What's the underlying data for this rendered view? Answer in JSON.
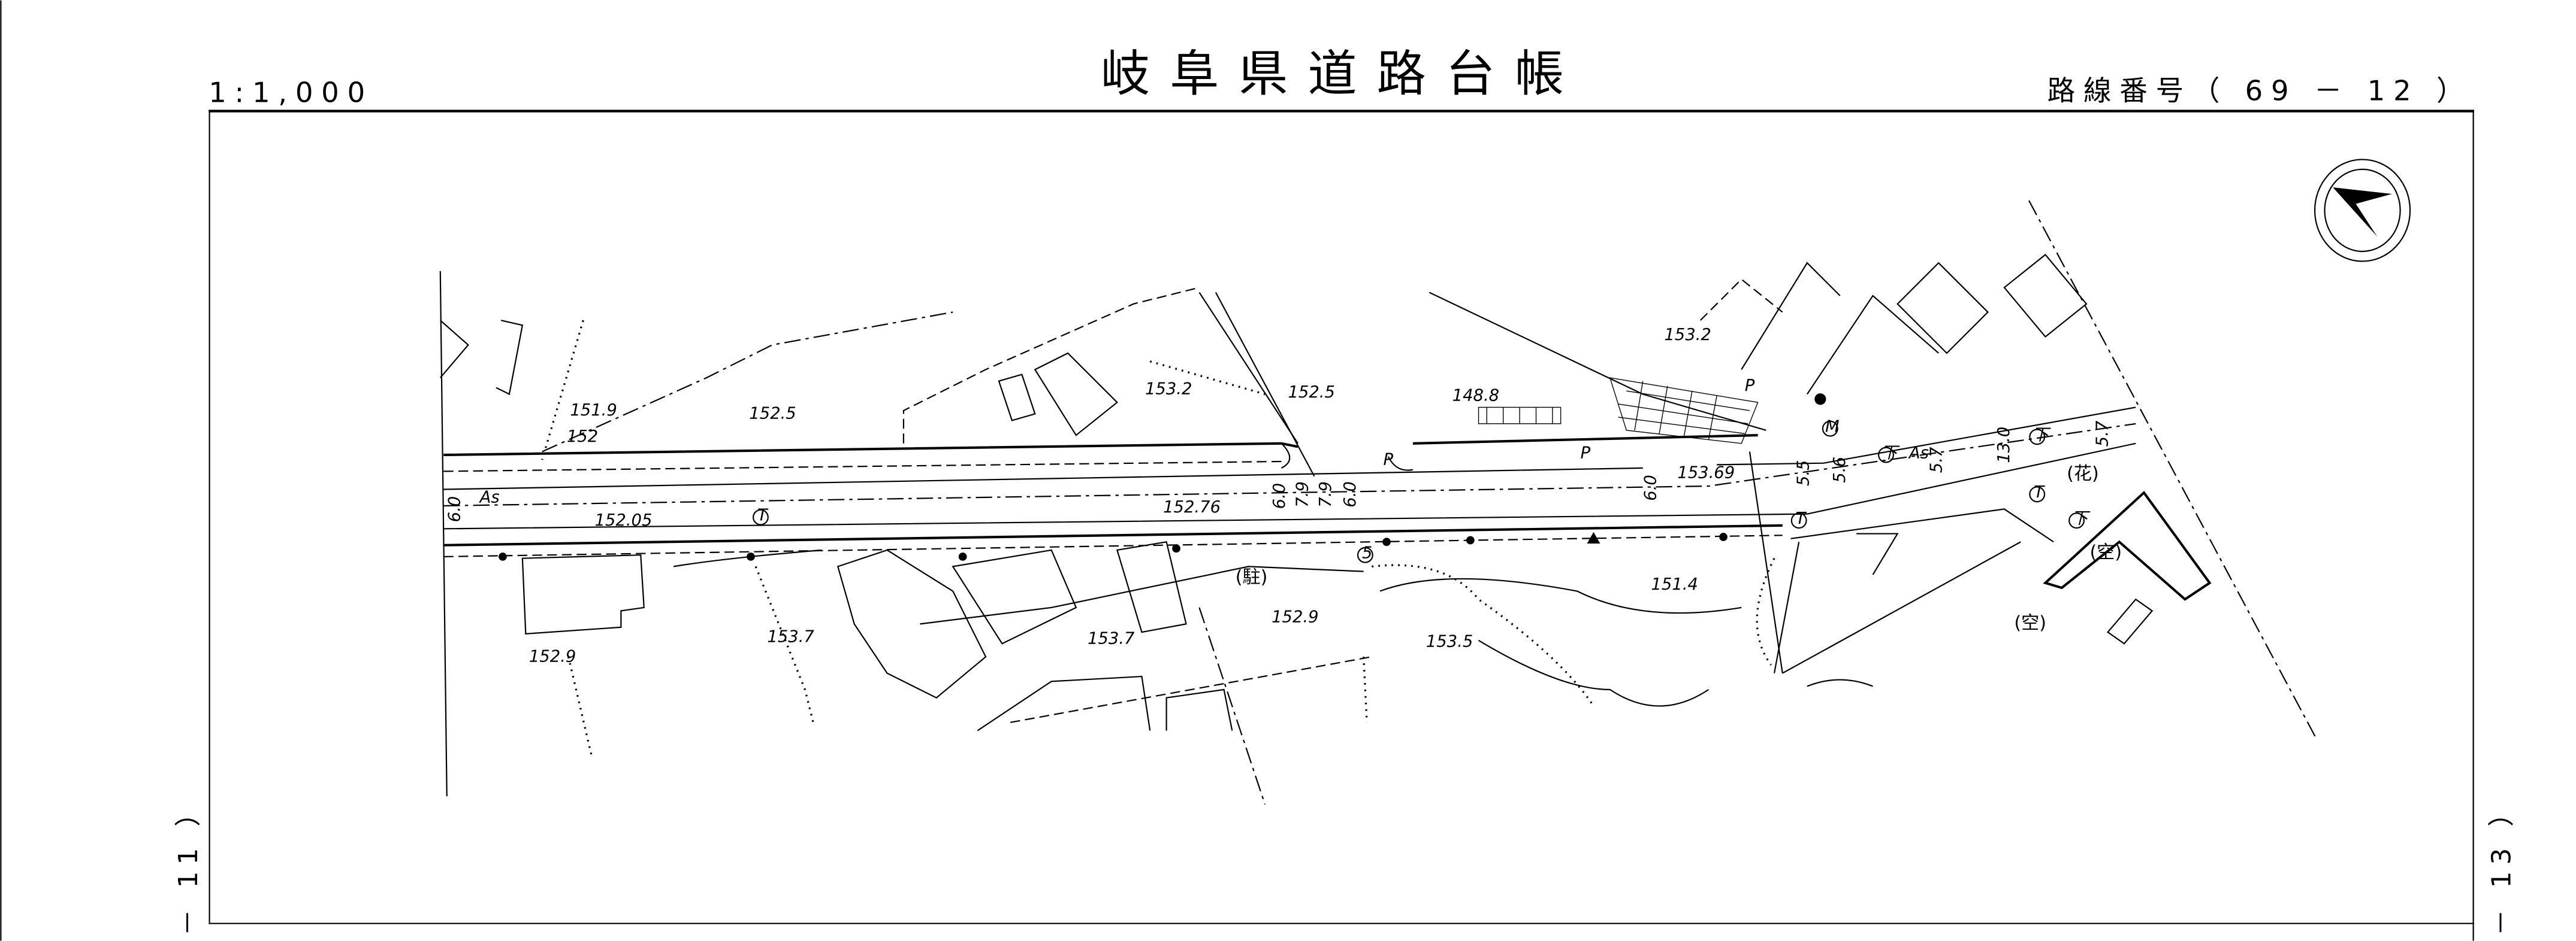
{
  "header": {
    "scale": "1:1,000",
    "title": "岐阜県道路台帳",
    "route_label": "路線番号（ 69 － 12 ）"
  },
  "sheet_refs": {
    "left": "－ 11 ）",
    "right": "－ 13 ）"
  },
  "map": {
    "surface_labels": [
      "As",
      "As"
    ],
    "elevations": [
      "151.9",
      "152",
      "152.5",
      "153.2",
      "152.5",
      "148.8",
      "153.2",
      "153.69",
      "152.05",
      "152.76",
      "153.7",
      "153.7",
      "152.9",
      "152.9",
      "153.5",
      "151.4"
    ],
    "widths": [
      "6.0",
      "6.0",
      "7.9",
      "7.9",
      "6.0",
      "6.0",
      "5.5",
      "5.6",
      "5.7",
      "13.0",
      "5.7"
    ],
    "land_use": [
      "(駐)",
      "(花)",
      "(空)",
      "(空)"
    ],
    "parking_marks": [
      "P",
      "P",
      "P"
    ],
    "symbols": [
      "T",
      "T",
      "T",
      "下",
      "下",
      "下",
      "M",
      "5"
    ]
  }
}
